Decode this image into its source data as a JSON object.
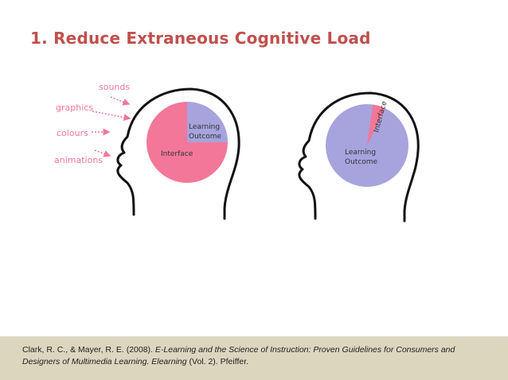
{
  "slide": {
    "title": "1. Reduce Extraneous Cognitive Load"
  },
  "left_head": {
    "stimuli": [
      "sounds",
      "graphics",
      "colours",
      "animations"
    ],
    "labels": {
      "interface": "Interface",
      "learning_outcome_line1": "Learning",
      "learning_outcome_line2": "Outcome"
    },
    "shares": {
      "interface": 0.75,
      "learning_outcome": 0.25
    }
  },
  "right_head": {
    "labels": {
      "interface": "Interface",
      "learning_outcome_line1": "Learning",
      "learning_outcome_line2": "Outcome"
    },
    "shares": {
      "interface": 0.05,
      "learning_outcome": 0.95
    }
  },
  "colors": {
    "title": "#c0504d",
    "interface": "#f27798",
    "learning_outcome": "#a7a3dd",
    "outline": "#111111",
    "citation_bar": "#dcd6bf"
  },
  "citation": {
    "authors": "Clark, R. C., & Mayer, R. E. (2008). ",
    "work": "E-Learning and the Science of Instruction: Proven Guidelines for Consumers and Designers of Multimedia Learning. Elearning",
    "rest": " (Vol. 2). Pfeiffer."
  }
}
